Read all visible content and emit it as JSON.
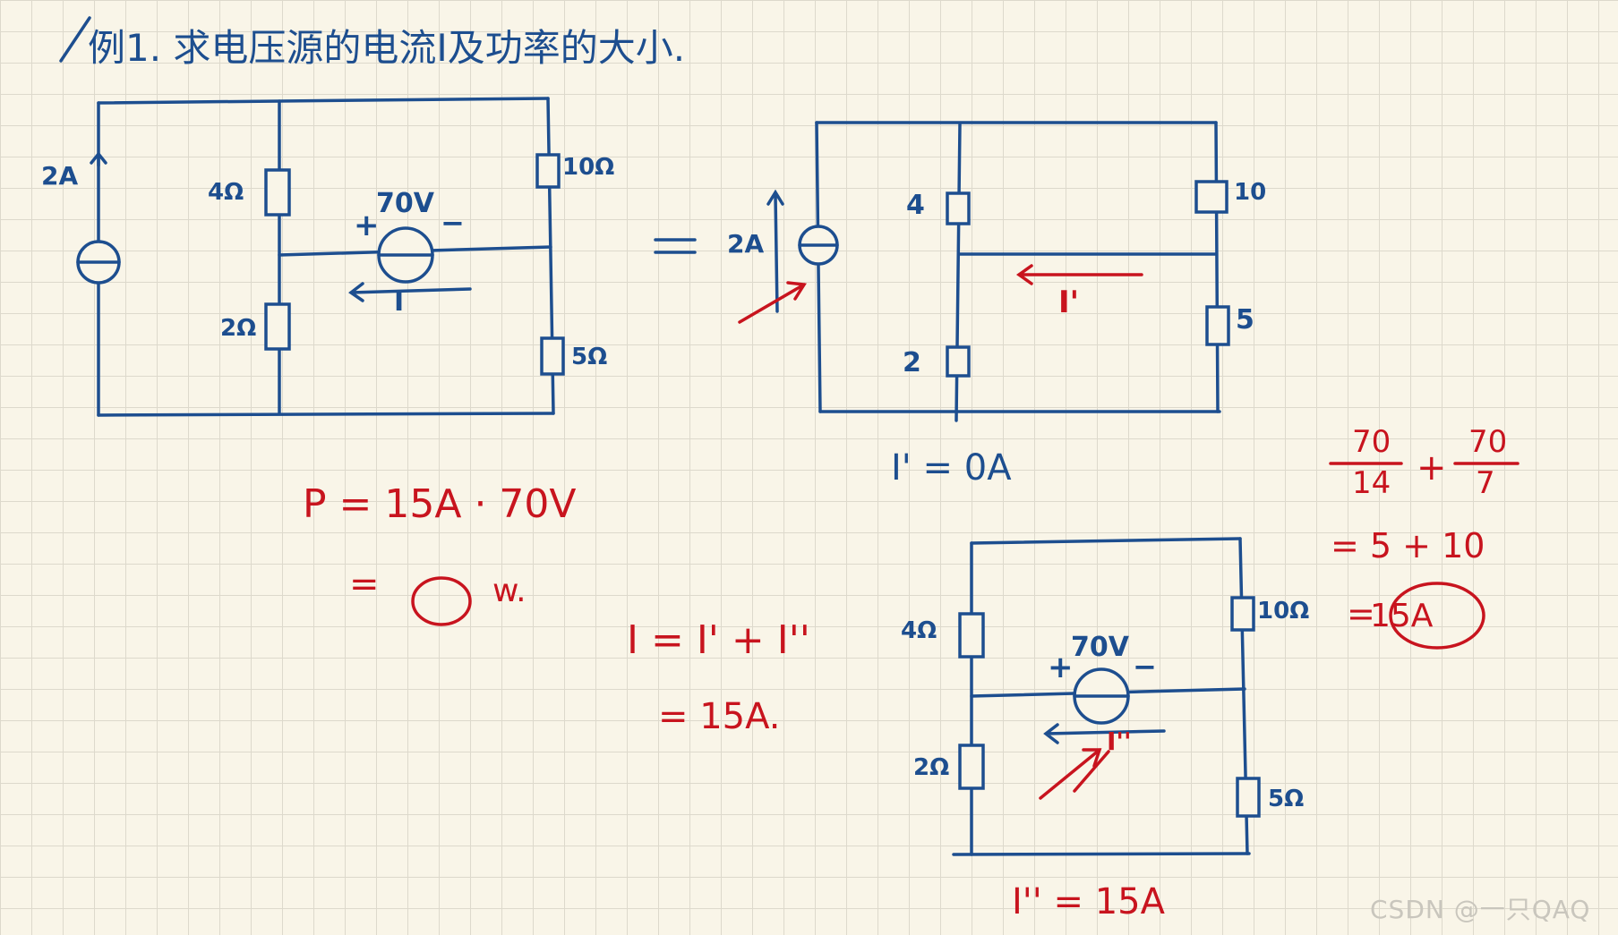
{
  "title": "例1. 求电压源的电流I及功率的大小.",
  "circuit_main": {
    "current_source": "2A",
    "r_top_left": "4Ω",
    "r_bottom_left": "2Ω",
    "r_top_right": "10Ω",
    "r_bottom_right": "5Ω",
    "voltage_source": "70V",
    "plus": "+",
    "minus": "−",
    "current": "I"
  },
  "equals": "=",
  "circuit_sub1": {
    "current_source": "2A",
    "r_top_left": "4",
    "r_bottom_left": "2",
    "r_top_right": "10",
    "r_bottom_right": "5",
    "current": "I'",
    "result": "I' = 0A"
  },
  "circuit_sub2": {
    "r_top_left": "4Ω",
    "r_bottom_left": "2Ω",
    "r_top_right": "10Ω",
    "r_bottom_right": "5Ω",
    "voltage_source": "70V",
    "plus": "+",
    "minus": "−",
    "current": "I''",
    "result": "I'' = 15A"
  },
  "power": {
    "line1": "P = 15A · 70V",
    "line2_prefix": "=",
    "line2_suffix": "w."
  },
  "superposition": {
    "line1": "I = I' + I''",
    "line2": "= 15A."
  },
  "calc": {
    "f1_num": "70",
    "f1_den": "14",
    "plus": "+",
    "f2_num": "70",
    "f2_den": "7",
    "line2": "= 5 + 10",
    "line3_prefix": "=",
    "line3_value": "15A"
  },
  "watermark": "CSDN @一只QAQ"
}
